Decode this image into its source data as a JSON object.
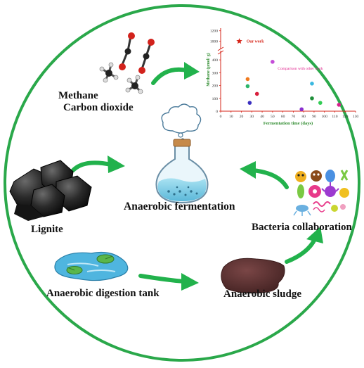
{
  "labels": {
    "gases_line1": "Methane",
    "gases_line2": "Carbon dioxide",
    "fermentation": "Anaerobic fermentation",
    "lignite": "Lignite",
    "bacteria": "Bacteria collaboration",
    "tank": "Anaerobic digestion tank",
    "sludge": "Anaerobic sludge"
  },
  "colors": {
    "circle": "#2aa84a",
    "arrow": "#22b24c",
    "axis": "#d62418",
    "sludge": "#5a2f2f",
    "water": "#4fb5df",
    "flask_liquid": "#8fd3ea"
  },
  "chart_data": {
    "type": "scatter",
    "xlabel": "Fermentation time (days)",
    "ylabel": "Methane (μmol/ g)",
    "x_ticks": [
      "0",
      "10",
      "20",
      "30",
      "40",
      "50",
      "60",
      "70",
      "80",
      "90",
      "100",
      "110",
      "120",
      "130"
    ],
    "y_ticks": [
      "0",
      "100",
      "200",
      "300",
      "400",
      "1000",
      "1200"
    ],
    "xlim": [
      0,
      130
    ],
    "ylim_lower": [
      0,
      450
    ],
    "ylim_upper": [
      900,
      1250
    ],
    "axis_break": true,
    "legend": [
      {
        "label": "Our work",
        "color": "#d62418",
        "marker": "star"
      },
      {
        "label": "Comparison with other work",
        "color": "#e0208c",
        "marker": "none"
      }
    ],
    "series": [
      {
        "name": "Our work",
        "marker": "star",
        "color": "#d62418",
        "points": [
          {
            "x": 18,
            "y": 1000
          }
        ]
      },
      {
        "name": "Comparison with other work",
        "marker": "circle",
        "points": [
          {
            "x": 26,
            "y": 250,
            "color": "#f07a1e"
          },
          {
            "x": 26,
            "y": 195,
            "color": "#2cb66b"
          },
          {
            "x": 28,
            "y": 65,
            "color": "#3a2fc0"
          },
          {
            "x": 35,
            "y": 135,
            "color": "#d81f3c"
          },
          {
            "x": 50,
            "y": 385,
            "color": "#c44cd8"
          },
          {
            "x": 78,
            "y": 15,
            "color": "#8a2fd0"
          },
          {
            "x": 88,
            "y": 215,
            "color": "#3ab8e0"
          },
          {
            "x": 88,
            "y": 100,
            "color": "#1f8f3a"
          },
          {
            "x": 96,
            "y": 65,
            "color": "#33cc55"
          },
          {
            "x": 114,
            "y": 50,
            "color": "#d81f8c"
          }
        ]
      }
    ]
  }
}
